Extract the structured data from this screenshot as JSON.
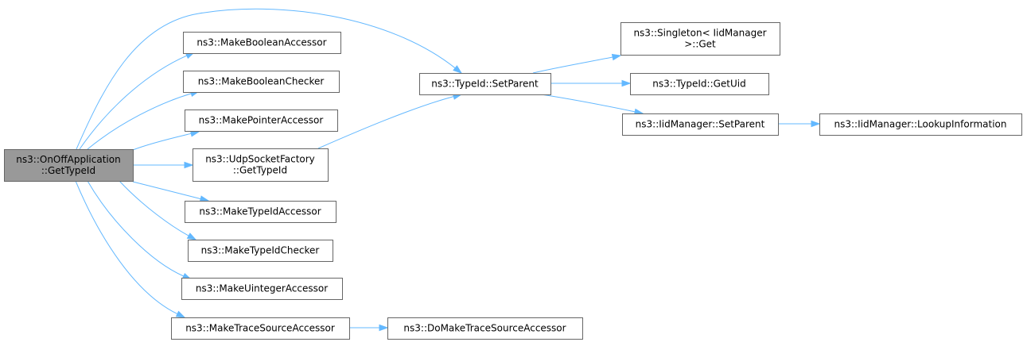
{
  "graph": {
    "root": {
      "id": "root",
      "lines": [
        "ns3::OnOffApplication",
        "::GetTypeId"
      ]
    },
    "nodes": [
      {
        "id": "root",
        "lines": [
          "ns3::OnOffApplication",
          "::GetTypeId"
        ]
      },
      {
        "id": "makeBoolAcc",
        "lines": [
          "ns3::MakeBooleanAccessor"
        ]
      },
      {
        "id": "makeBoolChk",
        "lines": [
          "ns3::MakeBooleanChecker"
        ]
      },
      {
        "id": "makePtrAcc",
        "lines": [
          "ns3::MakePointerAccessor"
        ]
      },
      {
        "id": "udpGetTypeId",
        "lines": [
          "ns3::UdpSocketFactory",
          "::GetTypeId"
        ]
      },
      {
        "id": "makeTidAcc",
        "lines": [
          "ns3::MakeTypeIdAccessor"
        ]
      },
      {
        "id": "makeTidChk",
        "lines": [
          "ns3::MakeTypeIdChecker"
        ]
      },
      {
        "id": "makeUintAcc",
        "lines": [
          "ns3::MakeUintegerAccessor"
        ]
      },
      {
        "id": "makeTraceAcc",
        "lines": [
          "ns3::MakeTraceSourceAccessor"
        ]
      },
      {
        "id": "doMakeTraceAcc",
        "lines": [
          "ns3::DoMakeTraceSourceAccessor"
        ]
      },
      {
        "id": "tidSetParent",
        "lines": [
          "ns3::TypeId::SetParent"
        ]
      },
      {
        "id": "singletonGet",
        "lines": [
          "ns3::Singleton< IidManager",
          " >::Get"
        ]
      },
      {
        "id": "tidGetUid",
        "lines": [
          "ns3::TypeId::GetUid"
        ]
      },
      {
        "id": "iidSetParent",
        "lines": [
          "ns3::IidManager::SetParent"
        ]
      },
      {
        "id": "iidLookup",
        "lines": [
          "ns3::IidManager::LookupInformation"
        ]
      }
    ],
    "edges": [
      {
        "from": "root",
        "to": "tidSetParent"
      },
      {
        "from": "root",
        "to": "makeBoolAcc"
      },
      {
        "from": "root",
        "to": "makeBoolChk"
      },
      {
        "from": "root",
        "to": "makePtrAcc"
      },
      {
        "from": "root",
        "to": "udpGetTypeId"
      },
      {
        "from": "root",
        "to": "makeTidAcc"
      },
      {
        "from": "root",
        "to": "makeTidChk"
      },
      {
        "from": "root",
        "to": "makeUintAcc"
      },
      {
        "from": "root",
        "to": "makeTraceAcc"
      },
      {
        "from": "udpGetTypeId",
        "to": "tidSetParent"
      },
      {
        "from": "makeTraceAcc",
        "to": "doMakeTraceAcc"
      },
      {
        "from": "tidSetParent",
        "to": "singletonGet"
      },
      {
        "from": "tidSetParent",
        "to": "tidGetUid"
      },
      {
        "from": "tidSetParent",
        "to": "iidSetParent"
      },
      {
        "from": "iidSetParent",
        "to": "iidLookup"
      }
    ],
    "colors": {
      "edge": "#63b8ff",
      "node_border": "#666666",
      "node_fill": "#ffffff",
      "root_fill": "#999999"
    }
  }
}
